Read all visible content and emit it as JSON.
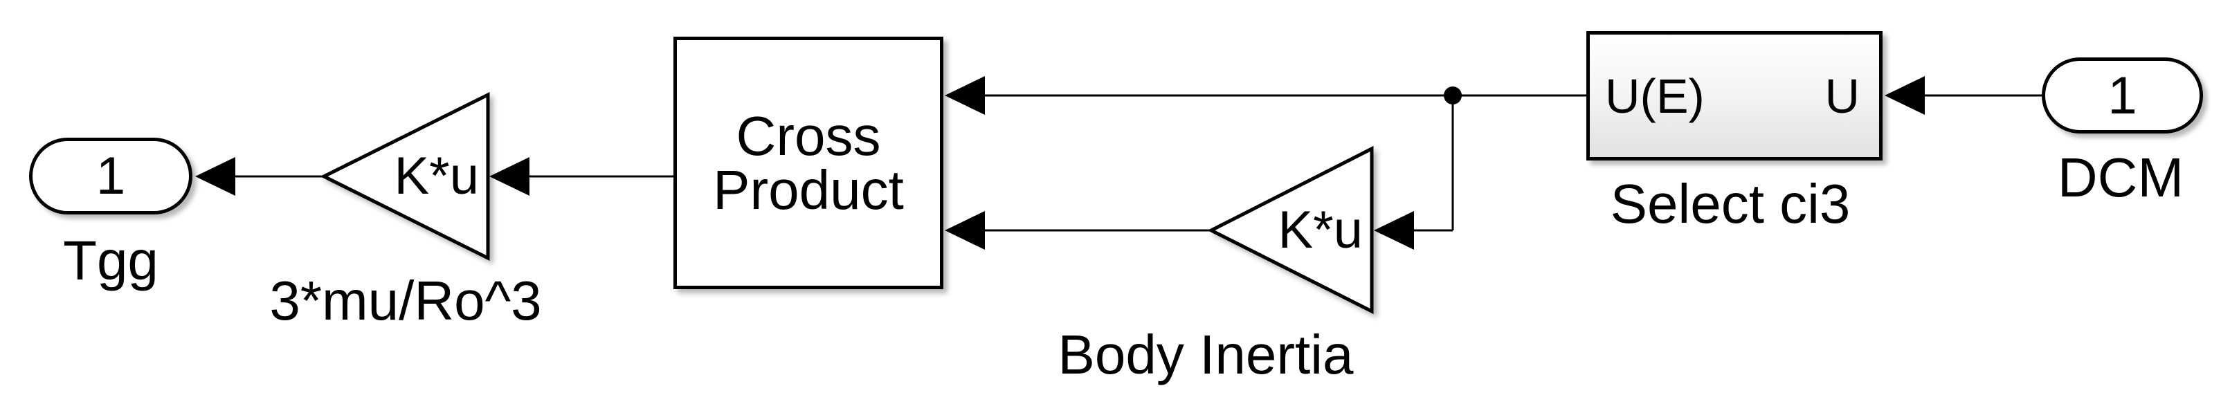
{
  "diagram": {
    "outport": {
      "number": "1",
      "label": "Tgg"
    },
    "gain_gravity": {
      "expression": "K*u",
      "label": "3*mu/Ro^3"
    },
    "cross_product": {
      "line1": "Cross",
      "line2": "Product",
      "badge_icon": "down-arrow-badge"
    },
    "gain_inertia": {
      "expression": "K*u",
      "label": "Body Inertia"
    },
    "selector": {
      "left_text": "U(E)",
      "right_text": "U",
      "label": "Select ci3"
    },
    "inport": {
      "number": "1",
      "label": "DCM"
    }
  },
  "colors": {
    "background": "#ffffff",
    "line": "#000000",
    "block_fill": "#ffffff",
    "selector_gradient_bottom": "#e2e2e2",
    "badge_gray": "#c4c4c4"
  }
}
